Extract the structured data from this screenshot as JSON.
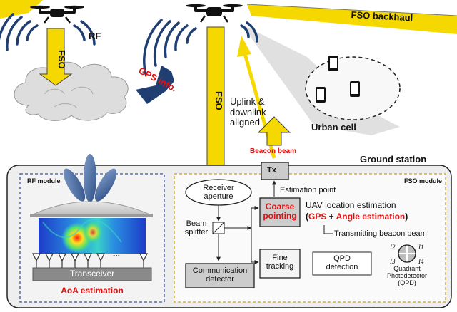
{
  "labels": {
    "rf": "RF",
    "fso_left": "FSO",
    "fso_main": "FSO",
    "gps_info": "GPS info.",
    "fso_backhaul": "FSO backhaul",
    "uplink_downlink": "Uplink &\ndownlink\naligned",
    "urban_cell": "Urban cell",
    "beacon_beam": "Beacon beam",
    "ground_station": "Ground station",
    "tx": "Tx",
    "rf_module": "RF module",
    "fso_module": "FSO module",
    "receiver_aperture": "Receiver\naperture",
    "estimation_point": "Estimation point",
    "coarse_pointing": "Coarse\npointing",
    "uav_location_estimation": "UAV location estimation",
    "gps": "GPS",
    "plus": " + ",
    "angle_estimation": "Angle estimation",
    "paren_open": "(",
    "paren_close": ")",
    "transmitting_beacon_beam": "Transmitting beacon beam",
    "beam_splitter": "Beam\nsplitter",
    "fine_tracking": "Fine\ntracking",
    "qpd_detection": "QPD\ndetection",
    "communication_detector": "Communication\ndetector",
    "quadrant_photodetector": "Quadrant\nPhotodetector\n(QPD)",
    "transceiver": "Transceiver",
    "aoa_estimation": "AoA estimation",
    "ellipsis": "...",
    "qpd_i1": "I1",
    "qpd_i2": "I2",
    "qpd_i3": "I3",
    "qpd_i4": "I4"
  },
  "colors": {
    "fso_beam": "#f5d800",
    "fso_beam_edge": "#444444",
    "rf_wave": "#1f3f73",
    "gps_arrow": "#1f3f73",
    "red_text": "#e01010",
    "rf_module_border": "#3a55a0",
    "fso_module_border": "#c9a020",
    "ground_station_fill": "#eeeeee",
    "box_fill": "#cccccc",
    "cloud_fill": "#dddddd"
  },
  "icons": [
    "drone-icon",
    "cloud-icon",
    "smartphone-icon",
    "antenna-icon",
    "beam-splitter-icon",
    "qpd-icon",
    "rf-beam-pattern-icon"
  ]
}
